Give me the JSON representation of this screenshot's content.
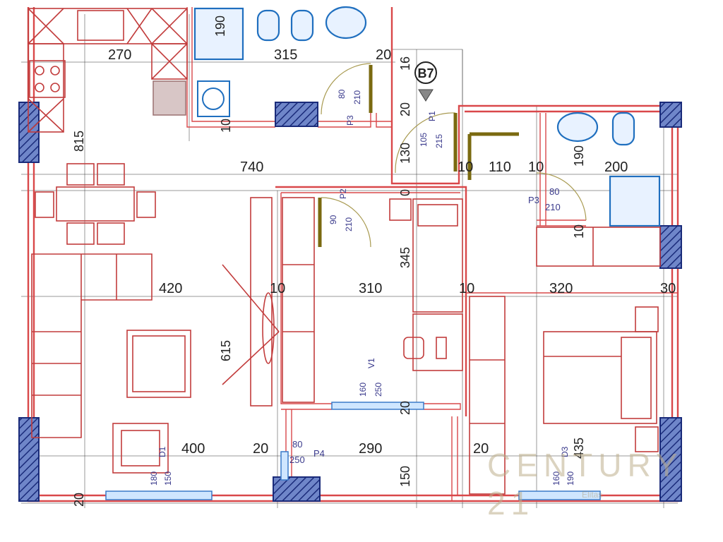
{
  "brand": {
    "name": "CENTURY 21",
    "sub": "Elitas"
  },
  "tag": "B7",
  "dimensions": {
    "d270": "270",
    "d315": "315",
    "d20a": "20",
    "d16": "16",
    "d815": "815",
    "d190a": "190",
    "d740": "740",
    "d130": "130",
    "d20b": "20",
    "d10a": "10",
    "d110": "110",
    "d10b": "10",
    "d190b": "190",
    "d200": "200",
    "d345": "345",
    "d420": "420",
    "d10c": "10",
    "d310": "310",
    "d10d": "10",
    "d320": "320",
    "d30": "30",
    "d615": "615",
    "d20c": "20",
    "d400": "400",
    "d20d": "20",
    "d290": "290",
    "d20e": "20",
    "d435": "435",
    "d150": "150",
    "d20f": "20",
    "d10e": "10",
    "d10f": "10",
    "d0a": "0"
  },
  "doors": {
    "p3a_w": "80",
    "p3a_h": "210",
    "p3a_id": "P3",
    "p1_w": "105",
    "p1_h": "215",
    "p1_id": "P1",
    "p2_w": "90",
    "p2_h": "210",
    "p2_id": "P2",
    "p3b_w": "80",
    "p3b_h": "210",
    "p3b_id": "P3",
    "v1_w": "160",
    "v1_h": "250",
    "v1_id": "V1",
    "p4_w": "80",
    "p4_h": "250",
    "p4_id": "P4",
    "d1_w": "180",
    "d1_h": "150",
    "d1_id": "D1",
    "d3_w": "160",
    "d3_h": "190",
    "d3_id": "D3"
  }
}
